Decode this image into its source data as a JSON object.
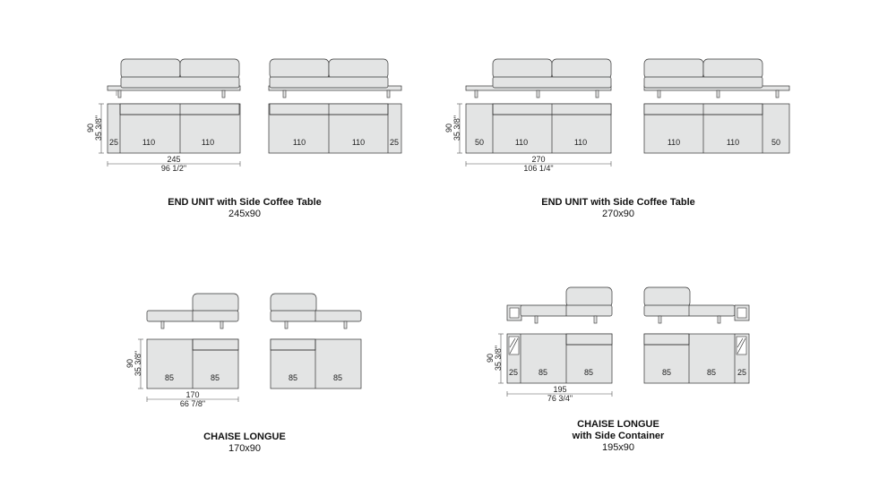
{
  "units": [
    {
      "title_lines": [
        "END UNIT with Side Coffee Table"
      ],
      "size": "245x90",
      "depth_cm": "90",
      "depth_in": "35 3/8\"",
      "width_cm": "245",
      "width_in": "96 1/2\"",
      "left_modules": [
        "25",
        "110",
        "110"
      ],
      "right_modules": [
        "110",
        "110",
        "25"
      ]
    },
    {
      "title_lines": [
        "END UNIT with Side Coffee Table"
      ],
      "size": "270x90",
      "depth_cm": "90",
      "depth_in": "35 3/8\"",
      "width_cm": "270",
      "width_in": "106 1/4\"",
      "left_modules": [
        "50",
        "110",
        "110"
      ],
      "right_modules": [
        "110",
        "110",
        "50"
      ]
    },
    {
      "title_lines": [
        "CHAISE LONGUE"
      ],
      "size": "170x90",
      "depth_cm": "90",
      "depth_in": "35 3/8\"",
      "width_cm": "170",
      "width_in": "66 7/8\"",
      "left_modules": [
        "85",
        "85"
      ],
      "right_modules": [
        "85",
        "85"
      ]
    },
    {
      "title_lines": [
        "CHAISE LONGUE",
        "with Side Container"
      ],
      "size": "195x90",
      "depth_cm": "90",
      "depth_in": "35 3/8\"",
      "width_cm": "195",
      "width_in": "76 3/4\"",
      "left_modules": [
        "25",
        "85",
        "85"
      ],
      "right_modules": [
        "85",
        "85",
        "25"
      ]
    }
  ],
  "colors": {
    "fill": "#e3e4e4",
    "stroke": "#333333",
    "line": "#555555"
  }
}
